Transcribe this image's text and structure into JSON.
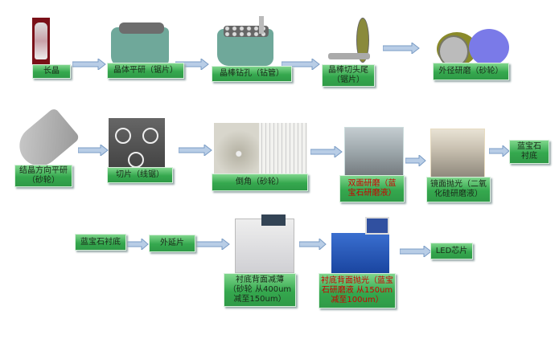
{
  "steps": {
    "s1": "长晶",
    "s2": "晶体平研（锯片）",
    "s3": "晶棒钻孔（钻管）",
    "s4": "晶棒切头尾\n（锯片）",
    "s5": "外径研磨（砂轮）",
    "s6": "结晶方向平研\n（砂轮）",
    "s7": "切片（线锯）",
    "s8": "倒角（砂轮）",
    "s9": "双面研磨（蓝\n宝石研磨液）",
    "s10": "镜面抛光（二氧\n化硅研磨液）",
    "s11": "蓝宝石\n衬底",
    "s12": "蓝宝石衬底",
    "s13": "外延片",
    "s14": "衬底背面减薄\n（砂轮  从400um\n减至150um）",
    "s15": "衬底背面抛光（蓝宝\n石研磨液  从150um\n减至100um）",
    "s16": "LED芯片"
  },
  "colors": {
    "label": "#35a84e",
    "arrow": "#b8cde6",
    "highlight": "#cc0000"
  }
}
